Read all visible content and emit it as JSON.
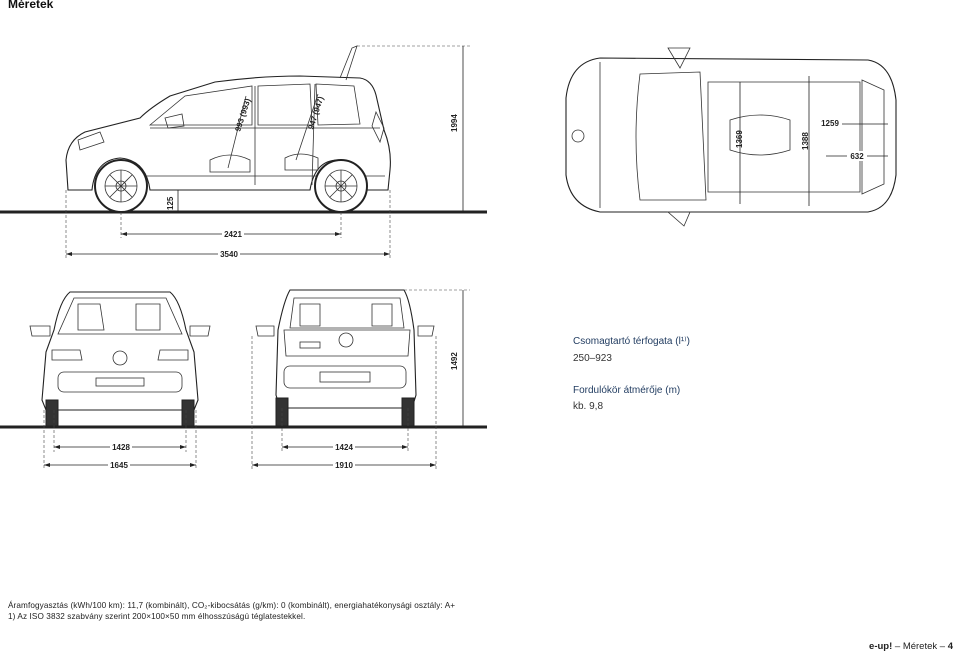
{
  "page": {
    "title": "Méretek"
  },
  "dimensions": {
    "height_roof": "1994",
    "ground_clearance": "125",
    "wheelbase": "2421",
    "length": "3540",
    "seat_993": "993 (993)",
    "seat_947": "947 (947)",
    "top_1369": "1369",
    "top_1388": "1388",
    "top_1259": "1259",
    "top_632": "632",
    "front_track": "1428",
    "front_width": "1645",
    "rear_track": "1424",
    "width_mirrors": "1910",
    "height": "1492"
  },
  "specs": {
    "cargo_label": "Csomagtartó térfogata (l¹⁾)",
    "cargo_value": "250–923",
    "turning_label": "Fordulókör átmérője (m)",
    "turning_value": "kb. 9,8"
  },
  "footer": {
    "consumption": "Áramfogyasztás (kWh/100 km): 11,7 (kombinált), CO₂-kibocsátás (g/km): 0 (kombinált), energiahatékonysági osztály: A+",
    "footnote": "1) Az ISO 3832 szabvány szerint 200×100×50 mm élhosszúságú téglatestekkel.",
    "brand": "e-up!",
    "separator": " – ",
    "section": "Méretek",
    "dash": " – ",
    "page_number": "4"
  }
}
